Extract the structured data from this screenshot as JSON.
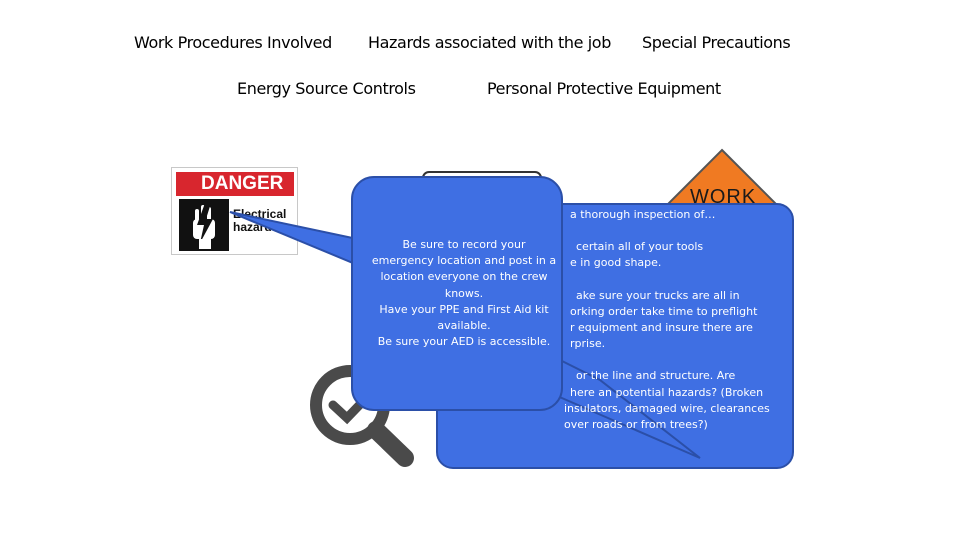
{
  "headers": {
    "work_procedures": "Work Procedures Involved",
    "hazards": "Hazards associated with the job",
    "special_precautions": "Special Precautions",
    "energy_source": "Energy Source Controls",
    "ppe": "Personal Protective Equipment"
  },
  "danger_sign": {
    "title": "DANGER",
    "line1": "Electrical",
    "line2": "hazard"
  },
  "work_sign": {
    "label": "WORK"
  },
  "callout_left": {
    "lines": [
      "Be sure to record your",
      "emergency location and post in a",
      "location everyone on the crew",
      "knows.",
      "Have your PPE and First Aid kit",
      "available.",
      "Be sure your AED is accessible."
    ]
  },
  "callout_right": {
    "intro": "a thorough inspection of…",
    "para1": [
      " certain all of your tools",
      "e in good shape."
    ],
    "para2": [
      "ake sure your trucks are all in",
      "orking order take time to preflight",
      "r equipment and insure there are",
      "rprise."
    ],
    "para3": [
      "or    the line and structure. Are",
      "here an  potential hazards? (Broken",
      "insulators, damaged wire, clearances",
      "over roads or from trees?)"
    ]
  },
  "colors": {
    "callout_fill": "#3f6fe3",
    "callout_stroke": "#2b4fa8",
    "danger_red": "#d8262e",
    "work_orange": "#f07a22",
    "magnifier_gray": "#4a4a4a"
  },
  "icons": [
    "electrical-hazard-icon",
    "magnifier-check-icon",
    "warning-triangle-icon"
  ]
}
